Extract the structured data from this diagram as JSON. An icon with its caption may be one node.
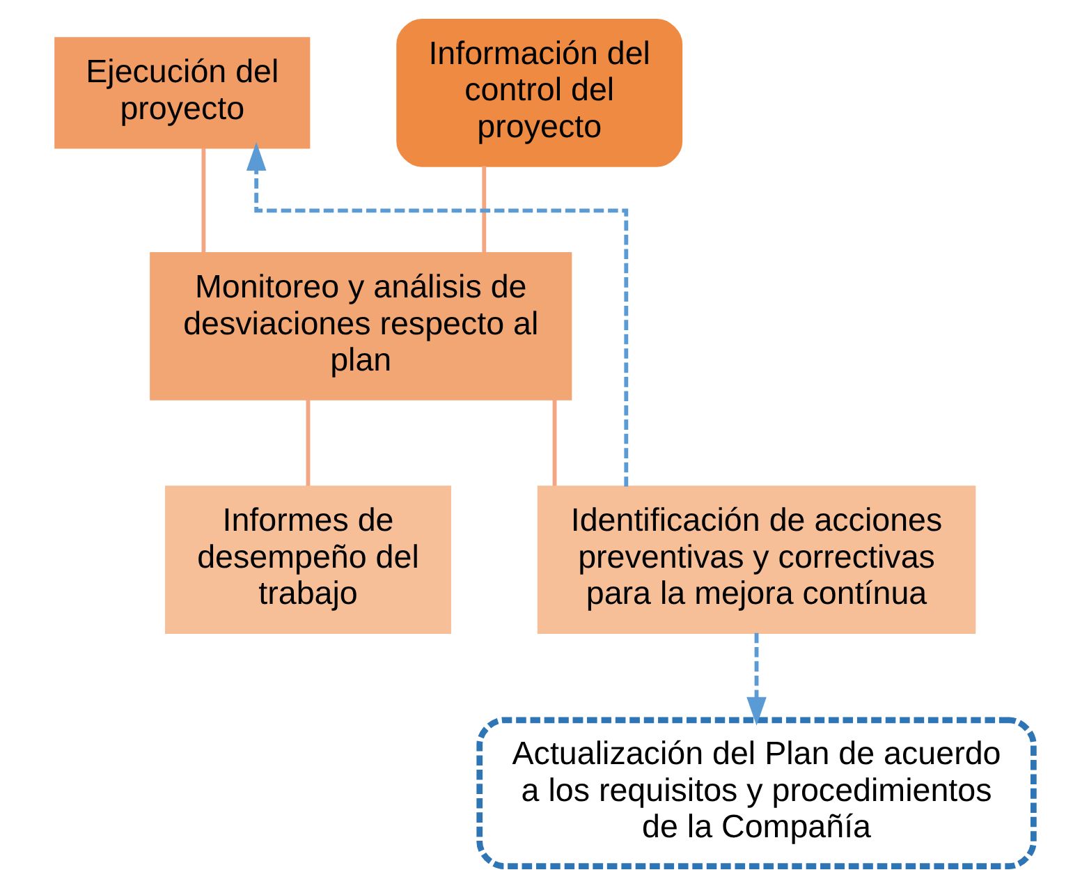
{
  "diagram": {
    "nodes": [
      {
        "text": [
          "Ejecución del proyecto"
        ]
      },
      {
        "text": [
          "Información del control del proyecto"
        ]
      },
      {
        "text": [
          "Monitoreo y análisis de desviaciones respecto al plan"
        ]
      },
      {
        "text": [
          "Informes de desempeño del trabajo"
        ]
      },
      {
        "text": [
          "Identificación de acciones preventivas y correctivas para la mejora contínua"
        ]
      },
      {
        "text": [
          "Actualización del Plan de acuerdo a los requisitos y procedimientos de la Compañía"
        ]
      }
    ],
    "edges": [
      {
        "from": 0,
        "to": 2,
        "arrow": "none"
      },
      {
        "from": 1,
        "to": 2,
        "arrow": "none"
      },
      {
        "from": 2,
        "to": 3,
        "arrow": "none"
      },
      {
        "from": 2,
        "to": 4,
        "arrow": "none"
      },
      {
        "from": 4,
        "to": 0,
        "arrow": "to",
        "style": "dashed",
        "color": "#5b9bd5"
      },
      {
        "from": 4,
        "to": 5,
        "arrow": "to",
        "style": "dashed",
        "color": "#5b9bd5"
      }
    ]
  }
}
